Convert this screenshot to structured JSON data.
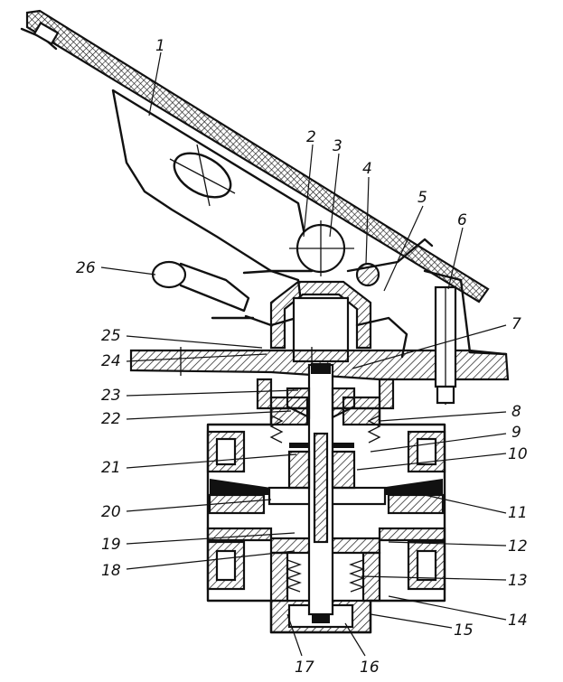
{
  "diagram": {
    "callouts": [
      {
        "id": "1",
        "label": "1"
      },
      {
        "id": "2",
        "label": "2"
      },
      {
        "id": "3",
        "label": "3"
      },
      {
        "id": "4",
        "label": "4"
      },
      {
        "id": "5",
        "label": "5"
      },
      {
        "id": "6",
        "label": "6"
      },
      {
        "id": "7",
        "label": "7"
      },
      {
        "id": "8",
        "label": "8"
      },
      {
        "id": "9",
        "label": "9"
      },
      {
        "id": "10",
        "label": "10"
      },
      {
        "id": "11",
        "label": "11"
      },
      {
        "id": "12",
        "label": "12"
      },
      {
        "id": "13",
        "label": "13"
      },
      {
        "id": "14",
        "label": "14"
      },
      {
        "id": "15",
        "label": "15"
      },
      {
        "id": "16",
        "label": "16"
      },
      {
        "id": "17",
        "label": "17"
      },
      {
        "id": "18",
        "label": "18"
      },
      {
        "id": "19",
        "label": "19"
      },
      {
        "id": "20",
        "label": "20"
      },
      {
        "id": "21",
        "label": "21"
      },
      {
        "id": "22",
        "label": "22"
      },
      {
        "id": "23",
        "label": "23"
      },
      {
        "id": "24",
        "label": "24"
      },
      {
        "id": "25",
        "label": "25"
      },
      {
        "id": "26",
        "label": "26"
      }
    ]
  },
  "colors": {
    "ink": "#111111",
    "paper": "#ffffff"
  }
}
